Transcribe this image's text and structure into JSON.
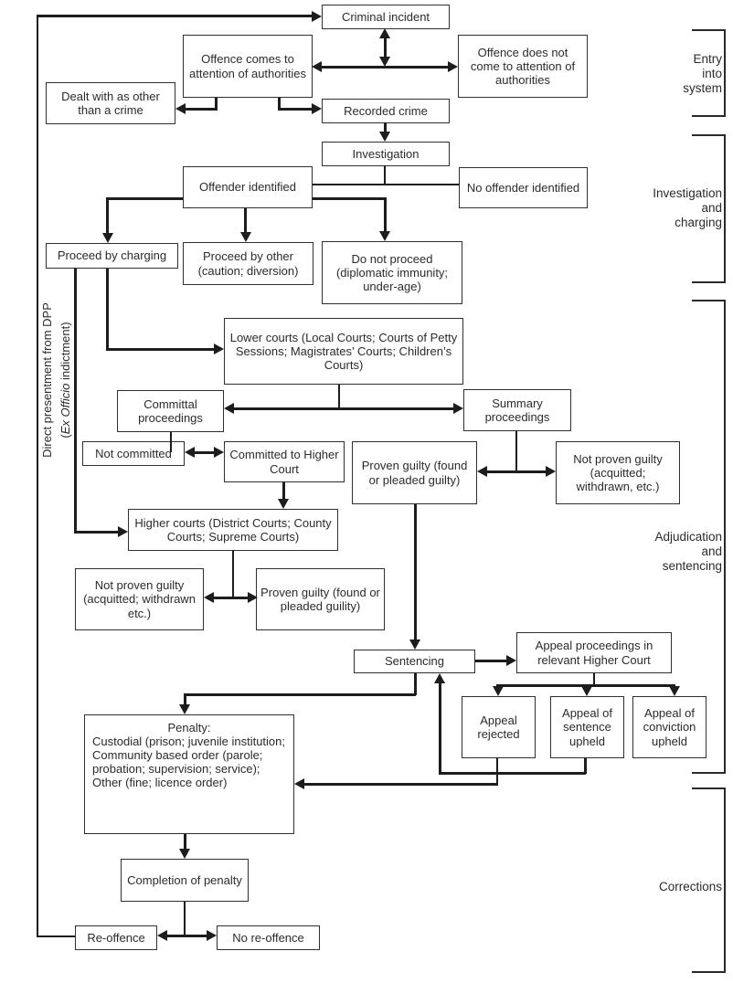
{
  "nodes": {
    "criminal_incident": {
      "label": "Criminal incident"
    },
    "offence_comes": {
      "label": "Offence comes to attention of authorities"
    },
    "offence_not_come": {
      "label": "Offence does not come to attention of authorities"
    },
    "dealt_with": {
      "label": "Dealt with as other than a crime"
    },
    "recorded_crime": {
      "label": "Recorded crime"
    },
    "investigation": {
      "label": "Investigation"
    },
    "offender_identified": {
      "label": "Offender identified"
    },
    "no_offender": {
      "label": "No offender identified"
    },
    "proceed_charging": {
      "label": "Proceed by charging"
    },
    "proceed_other": {
      "label": "Proceed by other (caution; diversion)"
    },
    "do_not_proceed": {
      "label": "Do not proceed (diplomatic immunity; under-age)"
    },
    "lower_courts": {
      "label": "Lower courts (Local Courts; Courts of Petty Sessions; Magistrates’ Courts; Children’s Courts)"
    },
    "committal": {
      "label": "Committal proceedings"
    },
    "summary_proceedings": {
      "label": "Summary proceedings"
    },
    "not_committed": {
      "label": "Not committed"
    },
    "committed_higher": {
      "label": "Committed to Higher Court"
    },
    "proven_guilty_summary": {
      "label": "Proven guilty (found or pleaded guilty)"
    },
    "not_proven_summary": {
      "label": "Not proven guilty (acquitted; withdrawn, etc.)"
    },
    "higher_courts": {
      "label": "Higher courts (District Courts; County Courts; Supreme Courts)"
    },
    "not_proven_higher": {
      "label": "Not proven guilty (acquitted; withdrawn etc.)"
    },
    "proven_guilty_higher": {
      "label": "Proven guilty (found or pleaded guility)"
    },
    "sentencing": {
      "label": "Sentencing"
    },
    "appeal_proceedings": {
      "label": "Appeal proceedings in relevant Higher Court"
    },
    "appeal_rejected": {
      "label": "Appeal rejected"
    },
    "appeal_sentence_upheld": {
      "label": "Appeal of sentence upheld"
    },
    "appeal_conviction_upheld": {
      "label": "Appeal of conviction upheld"
    },
    "penalty": {
      "title": "Penalty:",
      "body": "Custodial (prison; juvenile institution;\nCommunity based order (parole; probation; supervision; service);\nOther (fine; licence order)"
    },
    "completion": {
      "label": "Completion of penalty"
    },
    "re_offence": {
      "label": "Re-offence"
    },
    "no_re_offence": {
      "label": "No re-offence"
    }
  },
  "side_label": {
    "line1": "Direct presentment from DPP",
    "paren_open": "(",
    "italic": "Ex Officio",
    "rest": " indictment)"
  },
  "sections": {
    "entry": "Entry\ninto\nsystem",
    "investigation_charging": "Investigation\nand\ncharging",
    "adjudication_sentencing": "Adjudication\nand\nsentencing",
    "corrections": "Corrections"
  }
}
